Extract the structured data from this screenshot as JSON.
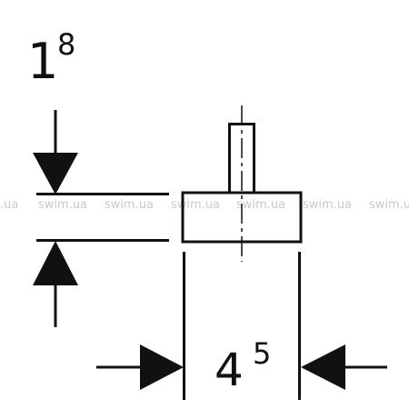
{
  "dimensions": {
    "height": {
      "main": "1",
      "superscript": "8"
    },
    "width": {
      "main": "4",
      "superscript": "5"
    }
  },
  "watermark": {
    "text": "swim.ua",
    "fragment": ".ua"
  },
  "colors": {
    "line": "#111111",
    "watermark": "#c9c9c9",
    "background": "#ffffff"
  }
}
